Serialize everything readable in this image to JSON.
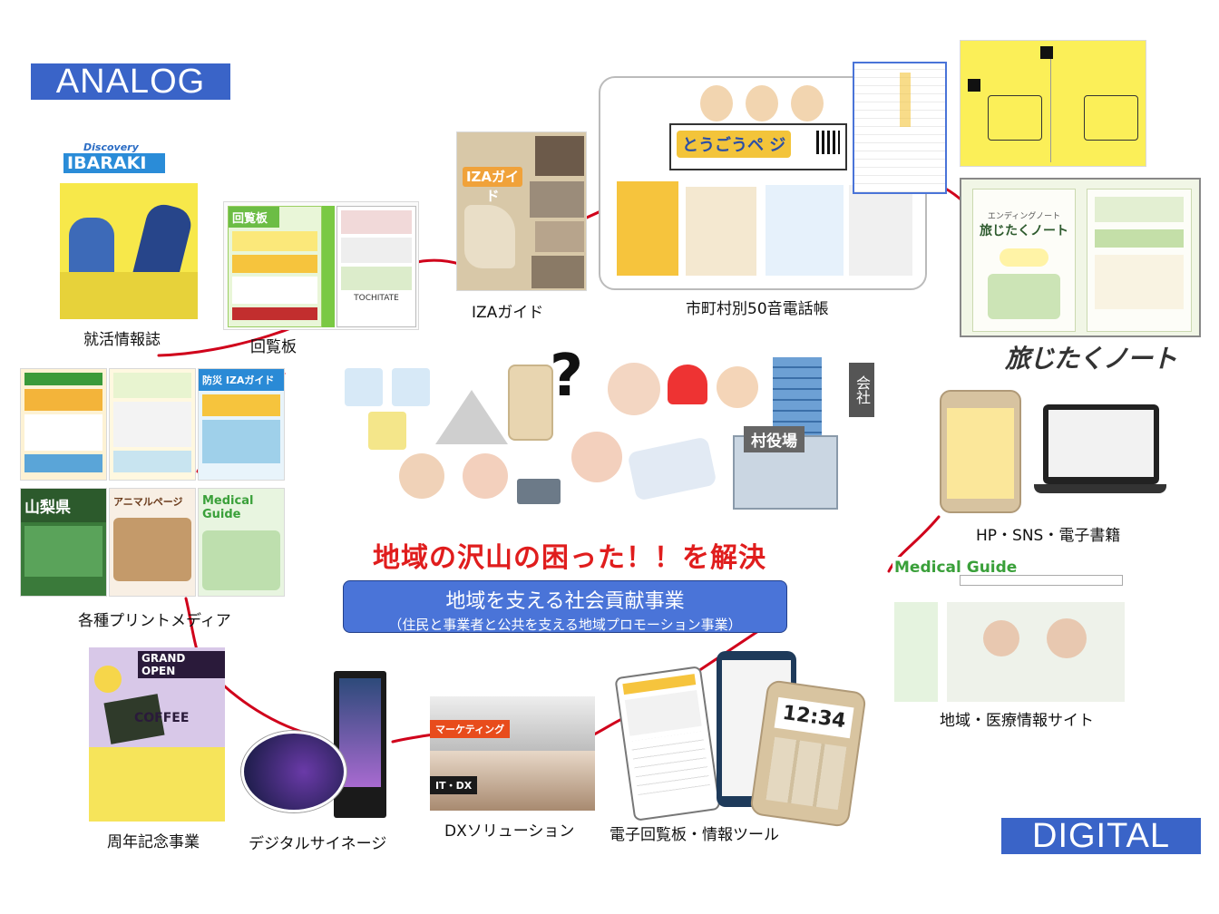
{
  "labels": {
    "analog": "ANALOG",
    "digital": "DIGITAL"
  },
  "center": {
    "headline": "地域の沢山の困った！！を解決",
    "main_title": "地域を支える社会貢献事業",
    "sub_title": "（住民と事業者と公共を支える地域プロモーション事業）",
    "sign_company": "会社",
    "sign_village": "村役場"
  },
  "items": {
    "shukatsu": {
      "caption": "就活情報誌",
      "thumb_title": "IBARAKI",
      "thumb_sub": "Discovery"
    },
    "kairanban": {
      "caption": "回覧板",
      "thumb_title": "回覧板",
      "thumb_footer": "TOCHITATE"
    },
    "iza": {
      "caption": "IZAガイド",
      "thumb_title": "IZAガイド"
    },
    "denwacho": {
      "caption": "市町村別50音電話帳",
      "thumb_title": "とうごうペ ジ"
    },
    "tabi": {
      "caption": "旅じたくノート",
      "thumb_title": "旅じたくノート",
      "thumb_sub": "エンディングノート"
    },
    "print": {
      "caption": "各種プリントメディア",
      "thumb_a": "山梨県",
      "thumb_b": "アニマルページ",
      "thumb_c": "Medical Guide",
      "thumb_d": "防災 IZAガイド"
    },
    "hp": {
      "caption": "HP・SNS・電子書籍"
    },
    "medical": {
      "caption": "地域・医療情報サイト",
      "thumb_title": "Medical Guide"
    },
    "anniversary": {
      "caption": "周年記念事業",
      "thumb_title": "GRAND OPEN",
      "thumb_sub": "COFFEE"
    },
    "signage": {
      "caption": "デジタルサイネージ"
    },
    "dx": {
      "caption": "DXソリューション",
      "tag1": "マーケティング",
      "tag2": "IT・DX"
    },
    "ekairan": {
      "caption": "電子回覧板・情報ツール",
      "time": "12:34"
    }
  },
  "colors": {
    "label_bg": "#3a64c8",
    "title_bg": "#4a74d8",
    "headline": "#e01d1d",
    "connector": "#d0021b"
  }
}
